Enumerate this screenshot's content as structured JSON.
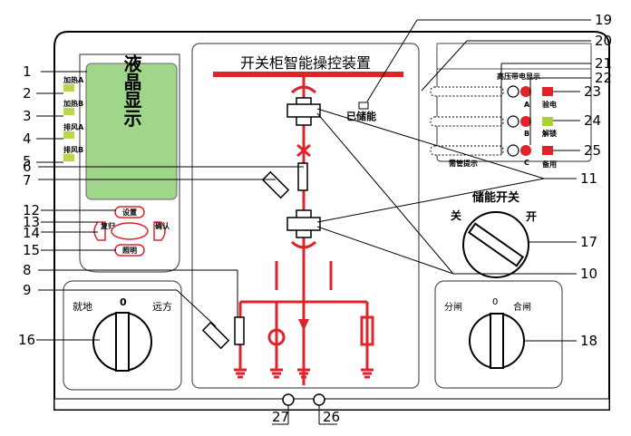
{
  "device": {
    "title": "开关柜智能操控装置",
    "stored_energy_label": "已储能",
    "lcd_text": "液晶显示"
  },
  "leds_left": [
    {
      "label": "加热A",
      "color": "#b8d84a"
    },
    {
      "label": "加热B",
      "color": "#b8d84a"
    },
    {
      "label": "排风A",
      "color": "#b8d84a"
    },
    {
      "label": "排风B",
      "color": "#b8d84a"
    }
  ],
  "keypad": {
    "top": "设置",
    "left": "复归",
    "right": "确认",
    "bottom": "照明"
  },
  "hv_panel": {
    "title": "高压带电显示",
    "phases": [
      "A",
      "B",
      "C"
    ],
    "indicators": [
      {
        "label": "验电",
        "color": "#e0232a"
      },
      {
        "label": "解锁",
        "color": "#a8d13b"
      },
      {
        "label": "备用",
        "color": "#e0232a"
      }
    ],
    "bottom_label": "需管提示"
  },
  "switch_energy": {
    "title": "储能开关",
    "off": "关",
    "on": "开"
  },
  "switch_local_remote": {
    "left": "就地",
    "center": "0",
    "right": "远方"
  },
  "switch_open_close": {
    "left": "分闸",
    "center": "0",
    "right": "合闸"
  },
  "callouts": {
    "n1": "1",
    "n2": "2",
    "n3": "3",
    "n4": "4",
    "n5": "5",
    "n6": "6",
    "n7": "7",
    "n8": "8",
    "n9": "9",
    "n10": "10",
    "n11": "11",
    "n12": "12",
    "n13": "13",
    "n14": "14",
    "n15": "15",
    "n16": "16",
    "n17": "17",
    "n18": "18",
    "n19": "19",
    "n20": "20",
    "n21": "21",
    "n22": "22",
    "n23": "23",
    "n24": "24",
    "n25": "25",
    "n26": "26",
    "n27": "27"
  },
  "colors": {
    "diagram_red": "#e0232a",
    "lcd_green": "#9fd68a"
  }
}
